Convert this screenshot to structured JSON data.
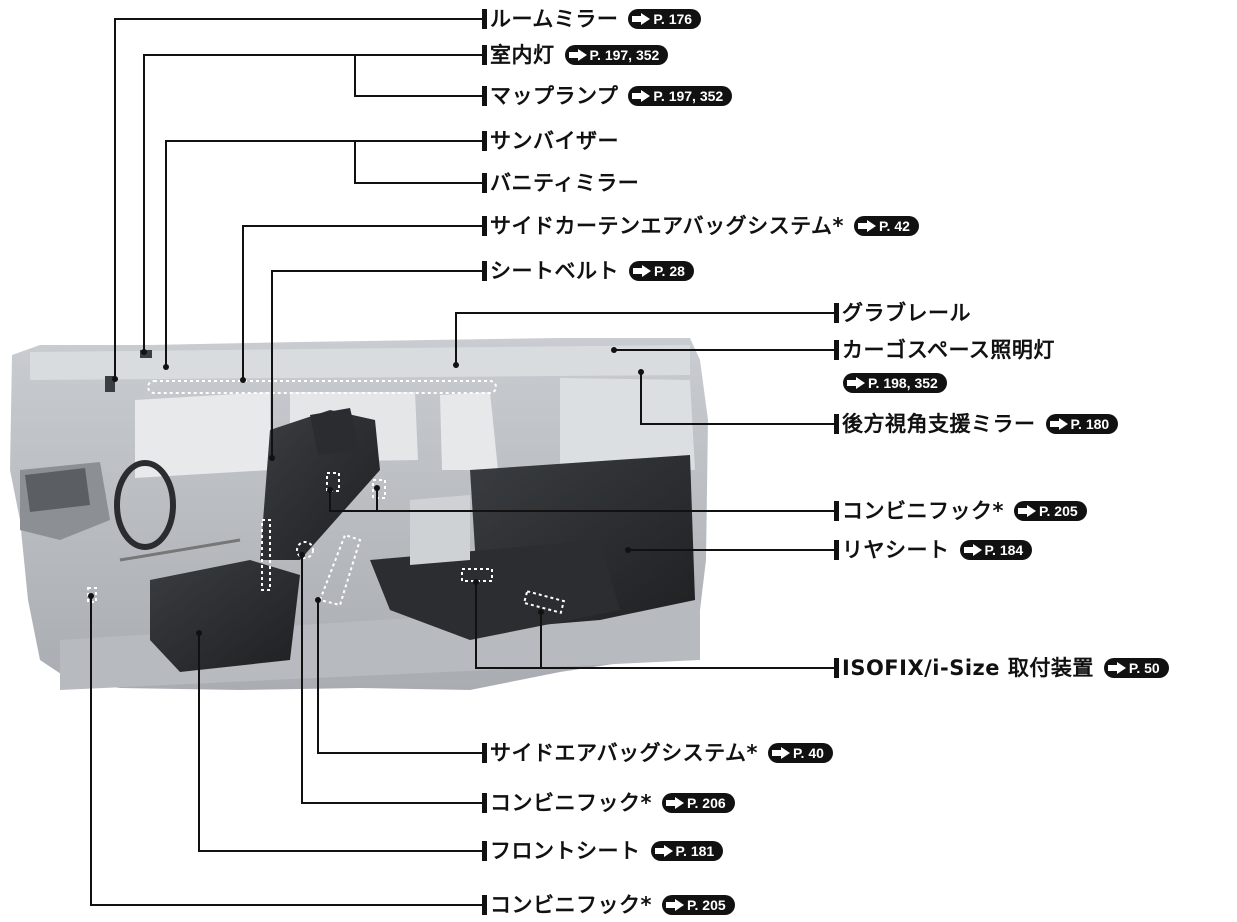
{
  "labels": [
    {
      "text": "ルームミラー",
      "ref": "P. 176"
    },
    {
      "text": "室内灯",
      "ref": "P. 197, 352"
    },
    {
      "text": "マップランプ",
      "ref": "P. 197, 352"
    },
    {
      "text": "サンバイザー",
      "ref": ""
    },
    {
      "text": "バニティミラー",
      "ref": ""
    },
    {
      "text": "サイドカーテンエアバッグシステム*",
      "ref": "P. 42"
    },
    {
      "text": "シートベルト",
      "ref": "P. 28"
    },
    {
      "text": "グラブレール",
      "ref": ""
    },
    {
      "text": "カーゴスペース照明灯",
      "ref": ""
    },
    {
      "text": "後方視角支援ミラー",
      "ref": "P. 180"
    },
    {
      "text": "コンビニフック*",
      "ref": "P. 205"
    },
    {
      "text": "リヤシート",
      "ref": "P. 184"
    },
    {
      "text": "ISOFIX/i-Size 取付装置",
      "ref": "P. 50"
    },
    {
      "text": "サイドエアバッグシステム*",
      "ref": "P. 40"
    },
    {
      "text": "コンビニフック*",
      "ref": "P. 206"
    },
    {
      "text": "フロントシート",
      "ref": "P. 181"
    },
    {
      "text": "コンビニフック*",
      "ref": "P. 205"
    }
  ],
  "cargo_light_ref": "P. 198, 352",
  "icons": {
    "reference_arrow": "arrow-right-icon",
    "illustration": "car-interior-illustration"
  }
}
